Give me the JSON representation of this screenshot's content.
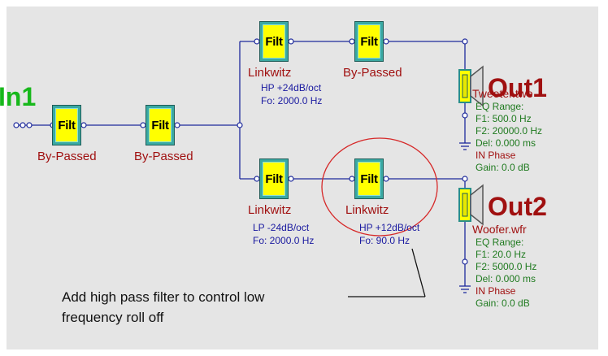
{
  "input": {
    "title": "In1"
  },
  "filters": {
    "in_a": {
      "label": "Filt",
      "caption": "By-Passed"
    },
    "in_b": {
      "label": "Filt",
      "caption": "By-Passed"
    },
    "hp_1": {
      "label": "Filt",
      "caption": "Linkwitz",
      "param1": "HP +24dB/oct",
      "param2": "Fo: 2000.0 Hz"
    },
    "hp_2": {
      "label": "Filt",
      "caption": "By-Passed"
    },
    "lp_1": {
      "label": "Filt",
      "caption": "Linkwitz",
      "param1": "LP -24dB/oct",
      "param2": "Fo: 2000.0 Hz"
    },
    "lp_2": {
      "label": "Filt",
      "caption": "Linkwitz",
      "param1": "HP +12dB/oct",
      "param2": "Fo: 90.0 Hz"
    }
  },
  "outputs": [
    {
      "title": "Out1",
      "file": "Tweeter.twe",
      "eq_range": "EQ Range:",
      "f1": "F1: 500.0 Hz",
      "f2": "F2: 20000.0 Hz",
      "delay": "Del: 0.000 ms",
      "phase": "IN Phase",
      "gain": "Gain: 0.0 dB"
    },
    {
      "title": "Out2",
      "file": "Woofer.wfr",
      "eq_range": "EQ Range:",
      "f1": "F1: 20.0 Hz",
      "f2": "F2: 5000.0 Hz",
      "delay": "Del: 0.000 ms",
      "phase": "IN Phase",
      "gain": "Gain: 0.0 dB"
    }
  ],
  "annotation": {
    "line1": "Add high pass filter to control low",
    "line2": "frequency roll off"
  },
  "colors": {
    "wire": "#1e2a9c",
    "filter_fill": "#ffff00",
    "filter_border": "#3aa9a2",
    "highlight_circle": "#d62828",
    "input_title": "#17b81b",
    "output_title": "#a01010"
  }
}
